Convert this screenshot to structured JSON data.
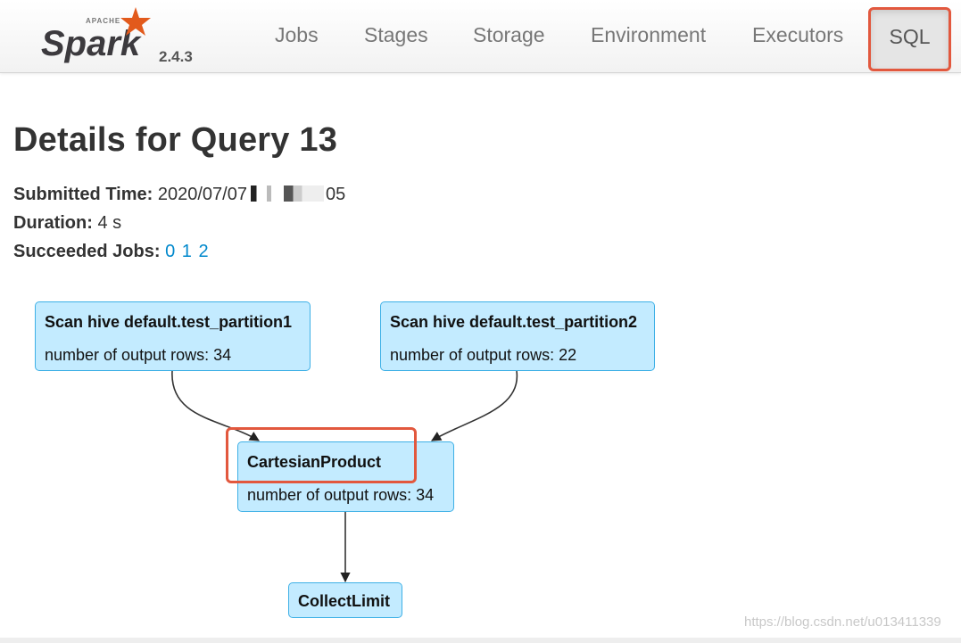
{
  "navbar": {
    "brand_small": "APACHE",
    "brand_name": "Spark",
    "version": "2.4.3",
    "items": [
      {
        "label": "Jobs"
      },
      {
        "label": "Stages"
      },
      {
        "label": "Storage"
      },
      {
        "label": "Environment"
      },
      {
        "label": "Executors"
      },
      {
        "label": "SQL",
        "active": true
      }
    ],
    "accent_color": "#e2583e"
  },
  "details": {
    "title": "Details for Query 13",
    "submitted_label": "Submitted Time:",
    "submitted_value_prefix": "2020/07/07",
    "submitted_value_suffix": "05",
    "duration_label": "Duration:",
    "duration_value": "4 s",
    "jobs_label": "Succeeded Jobs:",
    "jobs": [
      "0",
      "1",
      "2"
    ]
  },
  "plan": {
    "nodes": [
      {
        "title": "Scan hive default.test_partition1",
        "metric": "number of output rows: 34"
      },
      {
        "title": "Scan hive default.test_partition2",
        "metric": "number of output rows: 22"
      },
      {
        "title": "CartesianProduct",
        "metric": "number of output rows: 34"
      },
      {
        "title": "CollectLimit"
      }
    ],
    "node_fill": "#c3ebff",
    "node_border": "#3eb0e6"
  },
  "watermark": "https://blog.csdn.net/u013411339"
}
